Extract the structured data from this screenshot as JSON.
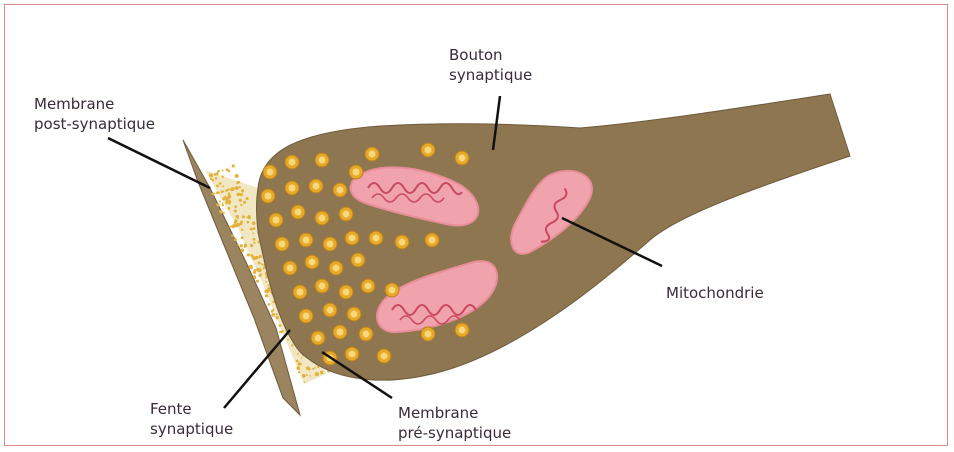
{
  "labels": {
    "bouton_l1": "Bouton",
    "bouton_l2": "synaptique",
    "membrane_post_l1": "Membrane",
    "membrane_post_l2": "post-synaptique",
    "mitochondrie": "Mitochondrie",
    "fente_l1": "Fente",
    "fente_l2": "synaptique",
    "membrane_pre_l1": "Membrane",
    "membrane_pre_l2": "pré-synaptique"
  },
  "colors": {
    "bouton": "#8e7650",
    "bouton_edge": "#6f5a3c",
    "membrane_post": "#9b8460",
    "cleft": "#f2e7c3",
    "cleft_speckle": "#e2b23a",
    "vesicle": "#e8a82a",
    "vesicle_core": "#f7d87a",
    "mito_outer": "#f0a3ad",
    "mito_inner": "#c9485d",
    "leader": "#111111",
    "frame": "#d98a8a"
  }
}
